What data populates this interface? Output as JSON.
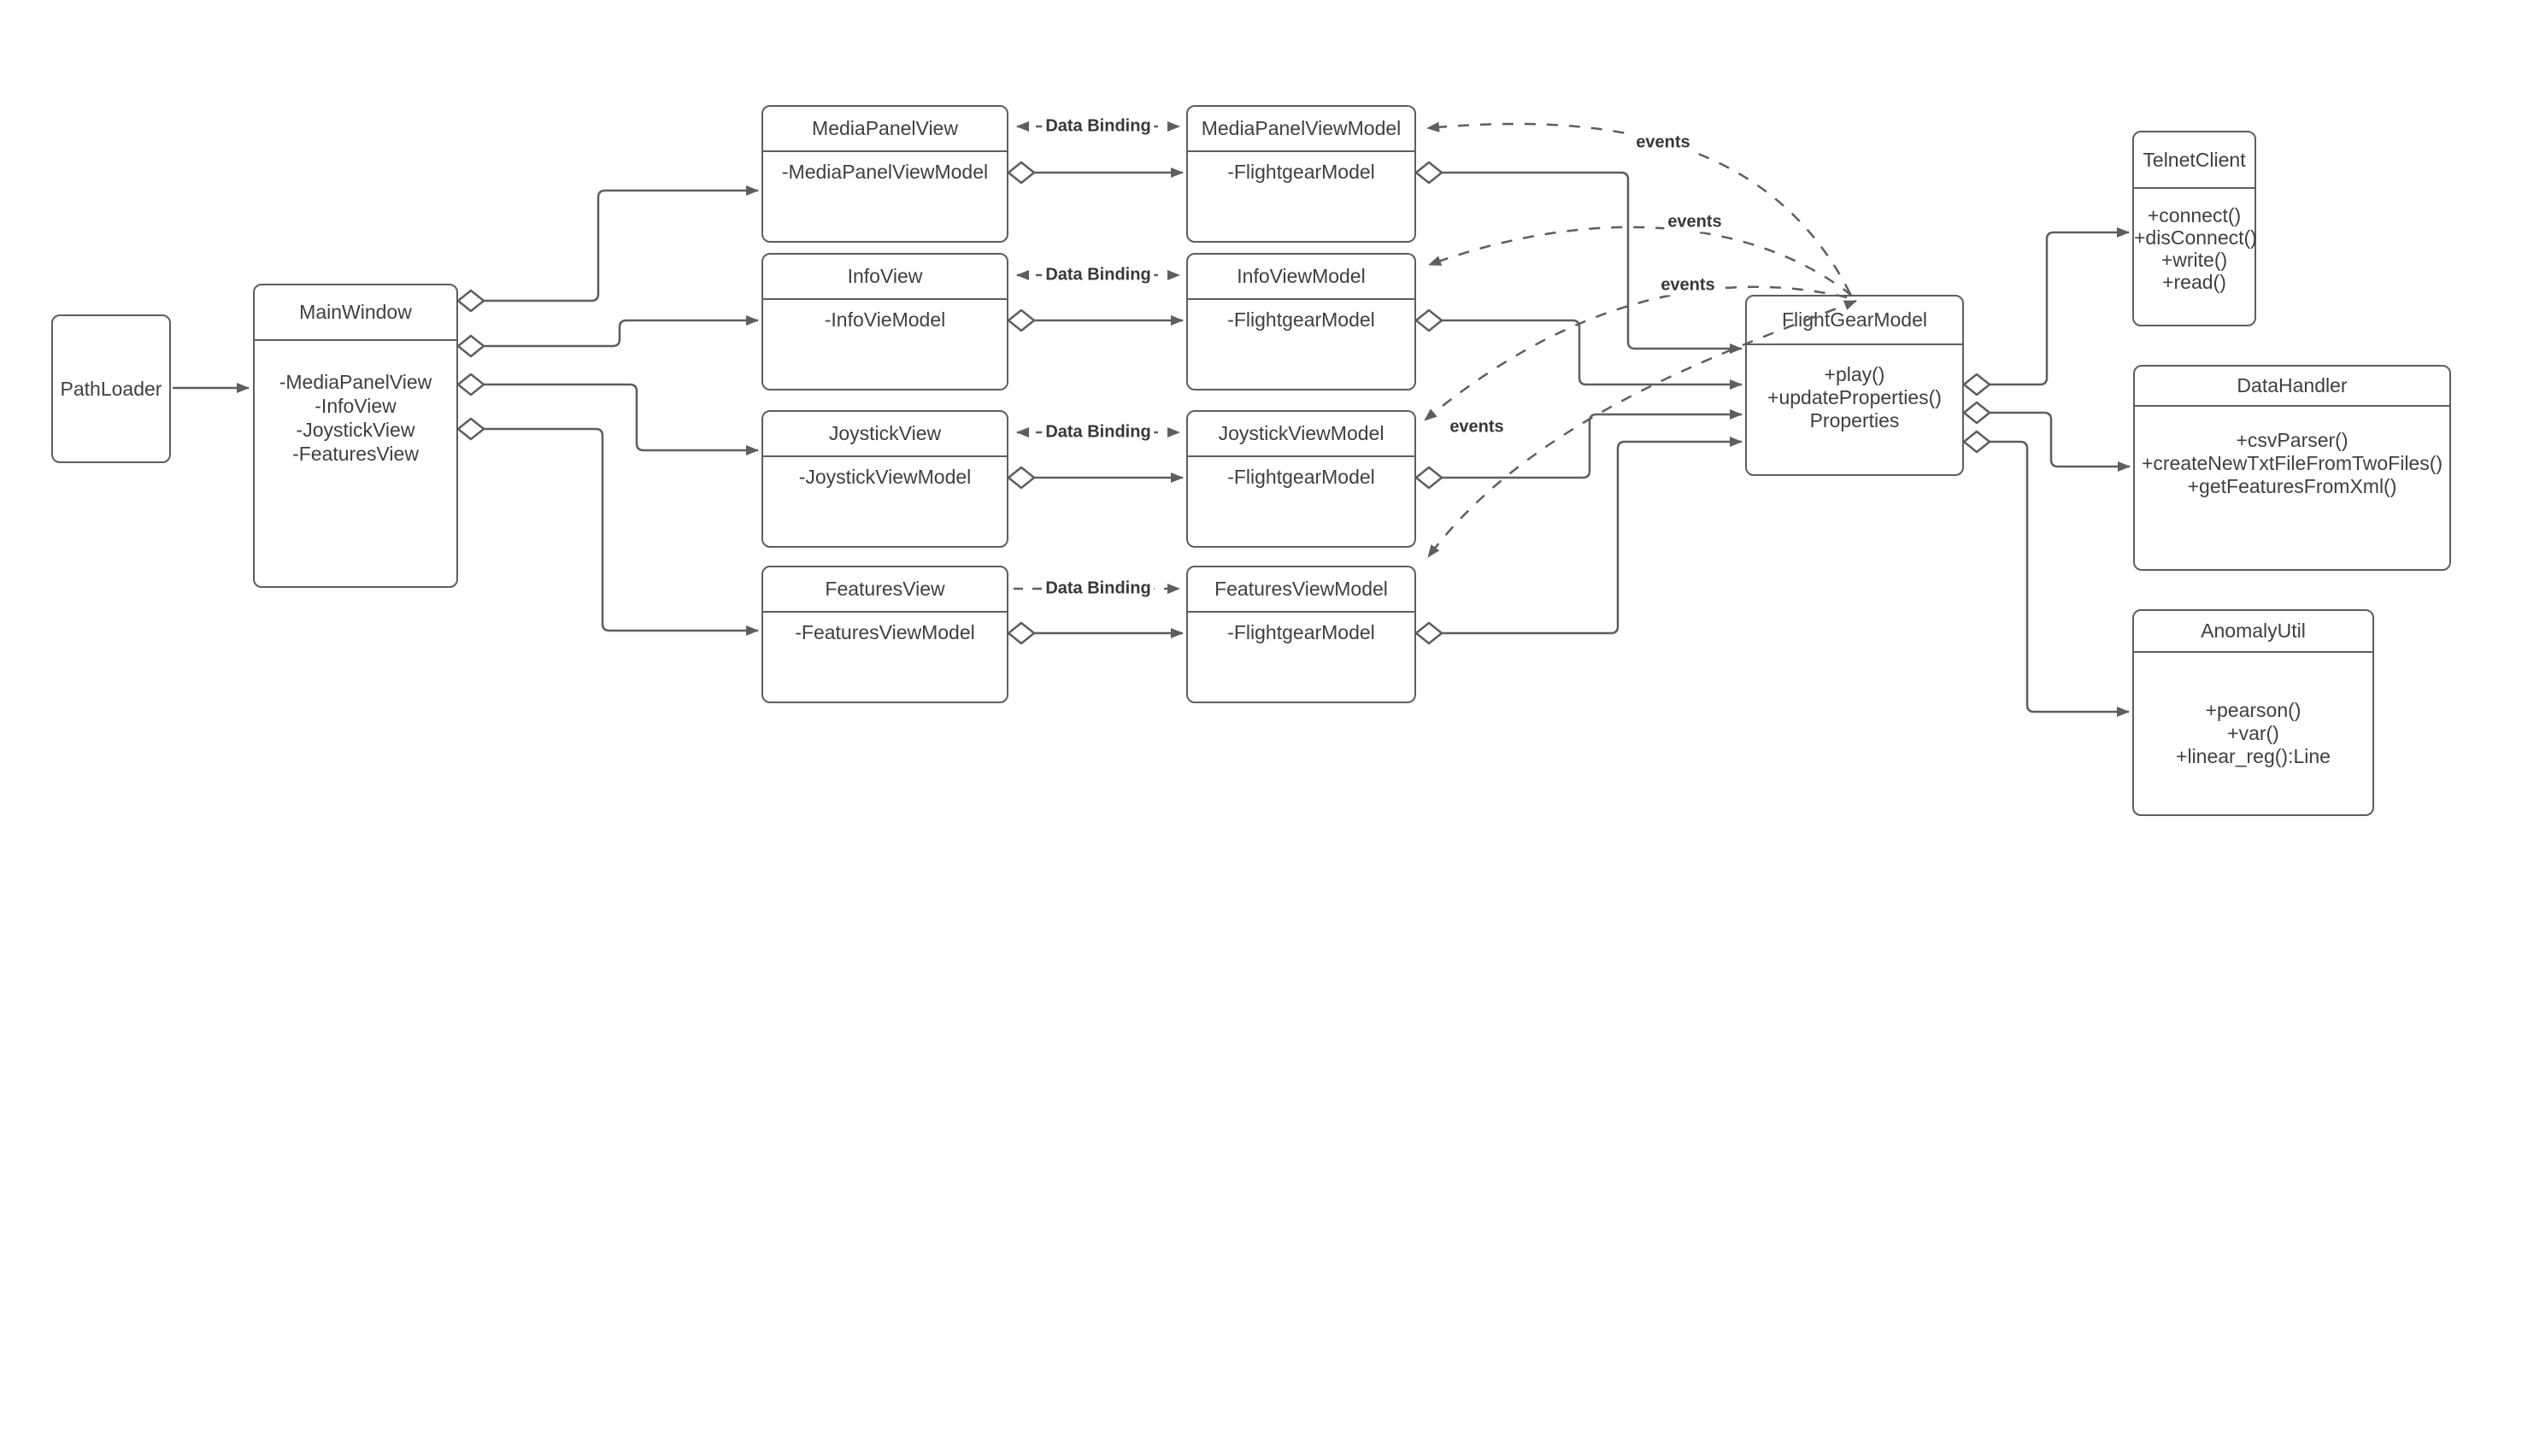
{
  "app": {
    "type": "uml-class-diagram-canvas",
    "background": "#ffffff"
  },
  "colors": {
    "stroke": "#5e5e5e",
    "text": "#3f3f3f",
    "edge_label_text": "#383838",
    "node_background": "#ffffff"
  },
  "labels": {
    "data_binding": "Data Binding",
    "events": "events"
  },
  "nodes": {
    "pathloader": {
      "title": "PathLoader"
    },
    "mainwindow": {
      "title": "MainWindow",
      "items": [
        "-MediaPanelView",
        "-InfoView",
        "-JoystickView",
        "-FeaturesView"
      ]
    },
    "mediapanelview": {
      "title": "MediaPanelView",
      "items": [
        "-MediaPanelViewModel"
      ]
    },
    "infoview": {
      "title": "InfoView",
      "items": [
        "-InfoVieModel"
      ]
    },
    "joystickview": {
      "title": "JoystickView",
      "items": [
        "-JoystickViewModel"
      ]
    },
    "featuresview": {
      "title": "FeaturesView",
      "items": [
        "-FeaturesViewModel"
      ]
    },
    "mediapanelviewmodel": {
      "title": "MediaPanelViewModel",
      "items": [
        "-FlightgearModel"
      ]
    },
    "infoviewmodel": {
      "title": "InfoViewModel",
      "items": [
        "-FlightgearModel"
      ]
    },
    "joystickviewmodel": {
      "title": "JoystickViewModel",
      "items": [
        "-FlightgearModel"
      ]
    },
    "featuresviewmodel": {
      "title": "FeaturesViewModel",
      "items": [
        "-FlightgearModel"
      ]
    },
    "flightgearmodel": {
      "title": "FlightGearModel",
      "items": [
        "+play()",
        "+updateProperties()",
        "Properties"
      ]
    },
    "telnetclient": {
      "title": "TelnetClient",
      "items": [
        "+connect()",
        "+disConnect()",
        "+write()",
        "+read()"
      ]
    },
    "datahandler": {
      "title": "DataHandler",
      "items": [
        "+csvParser()",
        "+createNewTxtFileFromTwoFiles()",
        "+getFeaturesFromXml()"
      ]
    },
    "anomalyutil": {
      "title": "AnomalyUtil",
      "items": [
        "+pearson()",
        "+var()",
        "+linear_reg():Line"
      ]
    }
  }
}
